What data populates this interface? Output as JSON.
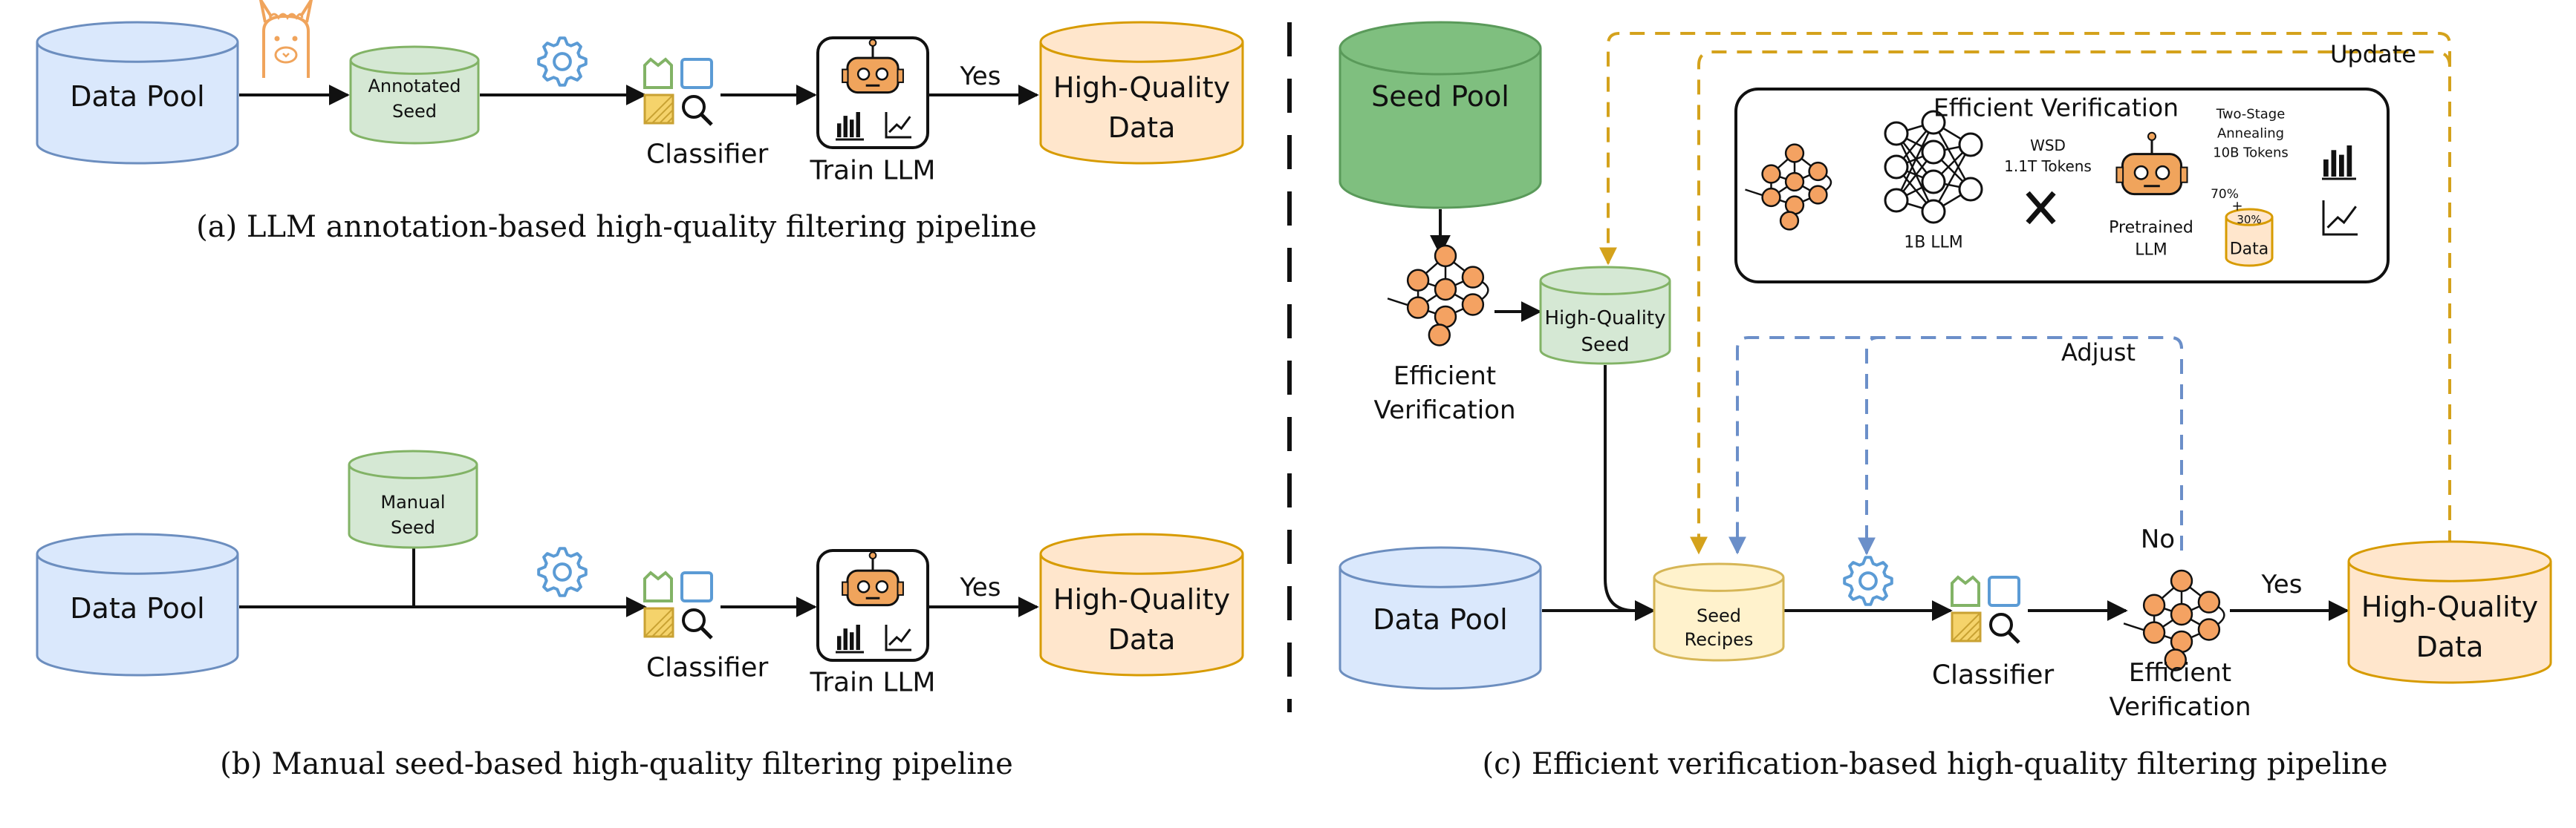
{
  "panel_a": {
    "data_pool": "Data Pool",
    "annotated_seed": [
      "Annotated",
      "Seed"
    ],
    "classifier": "Classifier",
    "train_llm": "Train LLM",
    "yes": "Yes",
    "hq_data": [
      "High-Quality",
      "Data"
    ],
    "caption": "(a) LLM annotation-based high-quality filtering pipeline"
  },
  "panel_b": {
    "data_pool": "Data Pool",
    "manual_seed": [
      "Manual",
      "Seed"
    ],
    "classifier": "Classifier",
    "train_llm": "Train LLM",
    "yes": "Yes",
    "hq_data": [
      "High-Quality",
      "Data"
    ],
    "caption": "(b) Manual seed-based high-quality filtering pipeline"
  },
  "panel_c": {
    "seed_pool": "Seed Pool",
    "efficient_verification": [
      "Efficient",
      "Verification"
    ],
    "hq_seed": [
      "High-Quality",
      "Seed"
    ],
    "update": "Update",
    "adjust": "Adjust",
    "inset": {
      "title": "Efficient Verification",
      "llm_1b": "1B LLM",
      "wsd": "WSD",
      "tokens_1_1t": "1.1T Tokens",
      "two_stage": [
        "Two-Stage",
        "Annealing",
        "10B Tokens"
      ],
      "pct_70": "70%",
      "plus": "+",
      "pct_30": "30%",
      "data": "Data",
      "pretrained_llm": [
        "Pretrained",
        "LLM"
      ]
    },
    "data_pool": "Data Pool",
    "seed_recipes": [
      "Seed",
      "Recipes"
    ],
    "classifier": "Classifier",
    "no": "No",
    "yes": "Yes",
    "hq_data": [
      "High-Quality",
      "Data"
    ],
    "caption": "(c) Efficient verification-based high-quality filtering pipeline"
  },
  "colors": {
    "blue_fill": "#dae8fc",
    "blue_stroke": "#6c8ebf",
    "green_fill": "#d5e8d4",
    "green_stroke": "#82b366",
    "dark_green_fill": "#7fbf7f",
    "dark_green_stroke": "#5a9a5a",
    "orange_fill": "#ffe6cc",
    "orange_stroke": "#d79b00",
    "yellow_fill": "#fff2cc",
    "yellow_stroke": "#d6b656",
    "robot_orange": "#f0a45c",
    "neuron_orange": "#f4a262",
    "gear_blue": "#5b9bd5",
    "update_dash": "#d4a21c",
    "adjust_dash": "#6b8fc9"
  }
}
